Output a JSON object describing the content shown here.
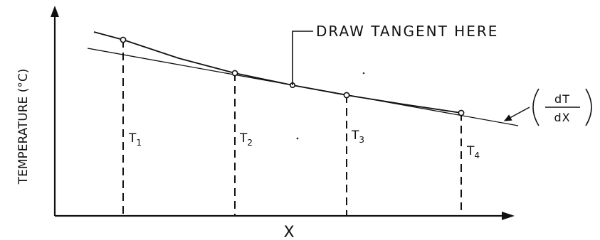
{
  "axes": {
    "y_label": "TEMPERATURE (°C)",
    "x_label": "X"
  },
  "annotation": {
    "callout": "DRAW TANGENT HERE"
  },
  "points": [
    {
      "label_main": "T",
      "label_sub": "1"
    },
    {
      "label_main": "T",
      "label_sub": "2"
    },
    {
      "label_main": "T",
      "label_sub": "3"
    },
    {
      "label_main": "T",
      "label_sub": "4"
    }
  ],
  "gradient": {
    "numerator": "dT",
    "denominator": "dX"
  },
  "colors": {
    "ink": "#111111",
    "background": "#ffffff"
  }
}
